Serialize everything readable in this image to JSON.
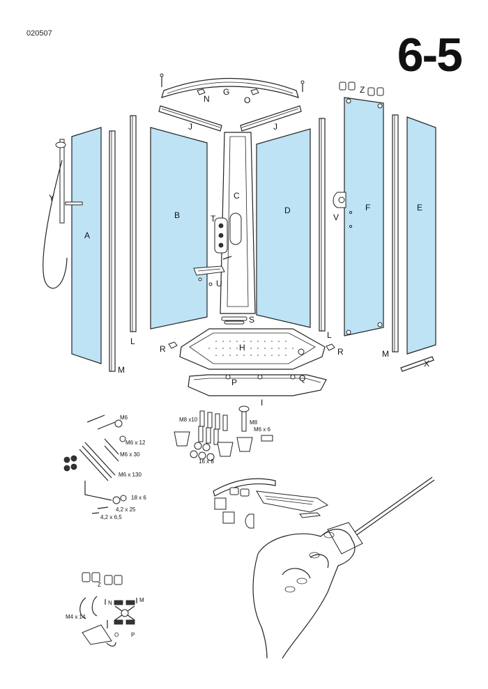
{
  "header": {
    "code": "020507",
    "model": "6-5"
  },
  "labels": {
    "A": "A",
    "B": "B",
    "C": "C",
    "D": "D",
    "E": "E",
    "F": "F",
    "G": "G",
    "H": "H",
    "I": "I",
    "J": "J",
    "L": "L",
    "M": "M",
    "N": "N",
    "O": "O",
    "P": "P",
    "Q": "Q",
    "R": "R",
    "S": "S",
    "T": "T",
    "U": "U",
    "V": "V",
    "X": "X",
    "Y": "Y",
    "Z": "Z"
  },
  "hardware": {
    "m6": "M6",
    "m6x12": "M6 x 12",
    "m6x30": "M6 x 30",
    "m6x130": "M6 x 130",
    "s18x6": "18 x 6",
    "s42x25": "4,2 x 25",
    "s42x65": "4,2 x 6,5",
    "m8x10": "M8 x10",
    "m8": "M8",
    "m6x6": "M6 x 6",
    "s16x8": "16 x 8",
    "m4x14": "M4 x 14"
  }
}
